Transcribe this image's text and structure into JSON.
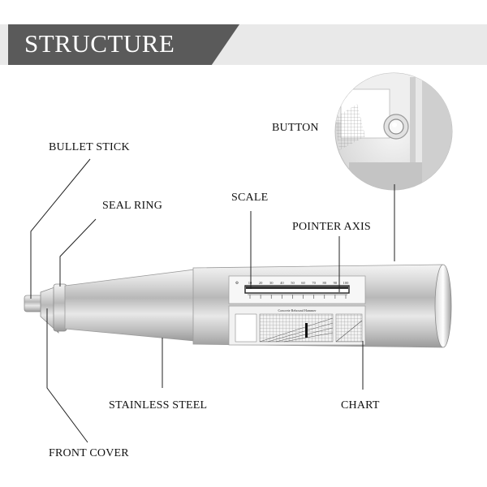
{
  "banner": {
    "title": "STRUCTURE"
  },
  "labels": {
    "button": "BUTTON",
    "bullet_stick": "BULLET STICK",
    "seal_ring": "SEAL RING",
    "scale": "SCALE",
    "pointer_axis": "POINTER AXIS",
    "stainless_steel": "STAINLESS STEEL",
    "chart": "CHART",
    "front_cover": "FRONT COVER"
  },
  "device": {
    "scale_ticks": [
      "10",
      "20",
      "30",
      "40",
      "50",
      "60",
      "70",
      "80",
      "90",
      "100"
    ],
    "chart_title": "Concrete Rebound Hammer",
    "scale_left_mark": "Ф"
  },
  "colors": {
    "banner_dark": "#5a5a5a",
    "banner_light": "#e9e9e9",
    "metal": "#c8c8c8"
  }
}
